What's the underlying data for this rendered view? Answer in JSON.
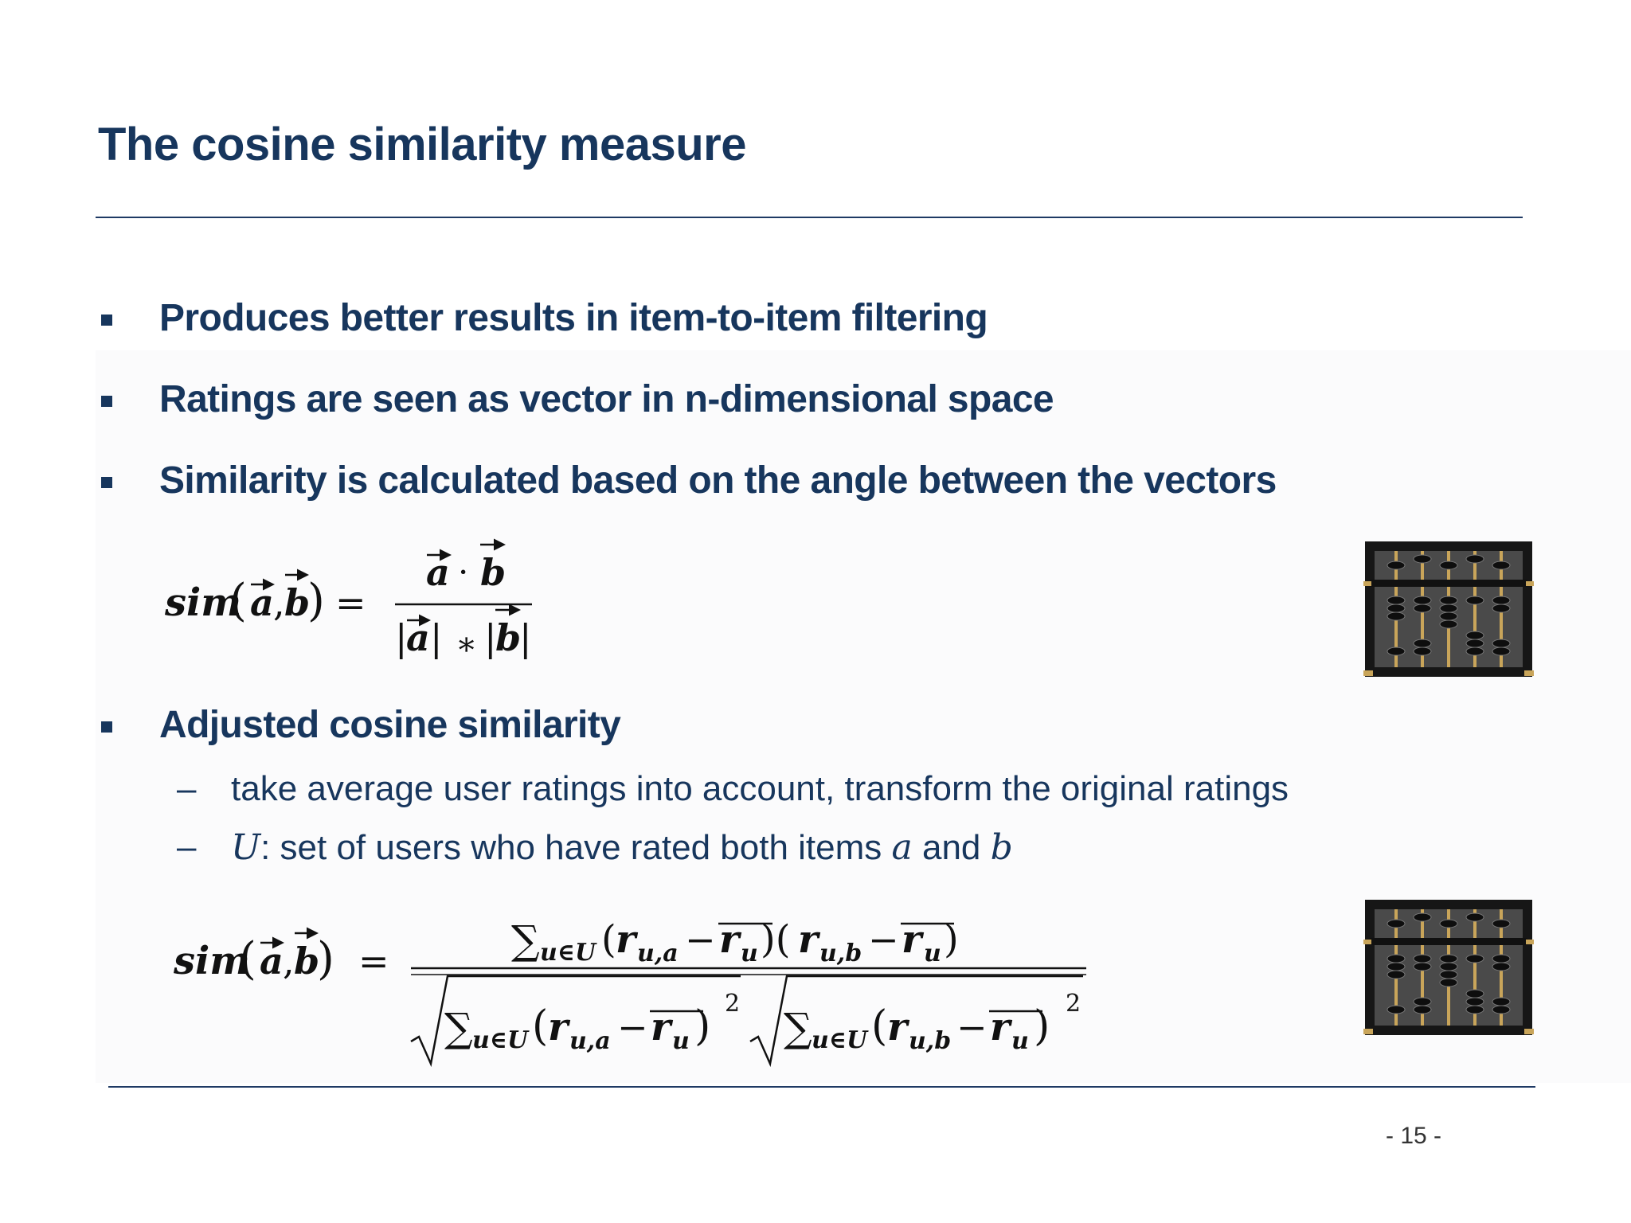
{
  "slide": {
    "title": "The cosine similarity measure",
    "bullets": [
      "Produces better results in item-to-item filtering",
      "Ratings are seen as vector in n-dimensional space",
      "Similarity is calculated based on the angle between the vectors",
      "Adjusted cosine similarity"
    ],
    "sub_bullets": [
      {
        "dash": "–",
        "text": "take average user ratings into account, transform the original ratings"
      },
      {
        "dash": "–",
        "var_u": "U",
        "text_1": ": set of users who have rated both items ",
        "var_a": "a",
        "text_2": " and ",
        "var_b": "b"
      }
    ],
    "formula_1": {
      "lhs": "sim",
      "vec_a": "a",
      "vec_b": "b",
      "equals": "=",
      "numerator_dot": "·",
      "denominator_star": "∗"
    },
    "formula_2": {
      "lhs": "sim",
      "sum": "∑",
      "sum_index": "u∈U",
      "r": "r",
      "sub_ua": "u,a",
      "sub_ub": "u,b",
      "sub_u": "u",
      "minus": "−",
      "power": "2"
    },
    "images": [
      "abacus",
      "abacus"
    ],
    "page_number": "- 15 -"
  }
}
